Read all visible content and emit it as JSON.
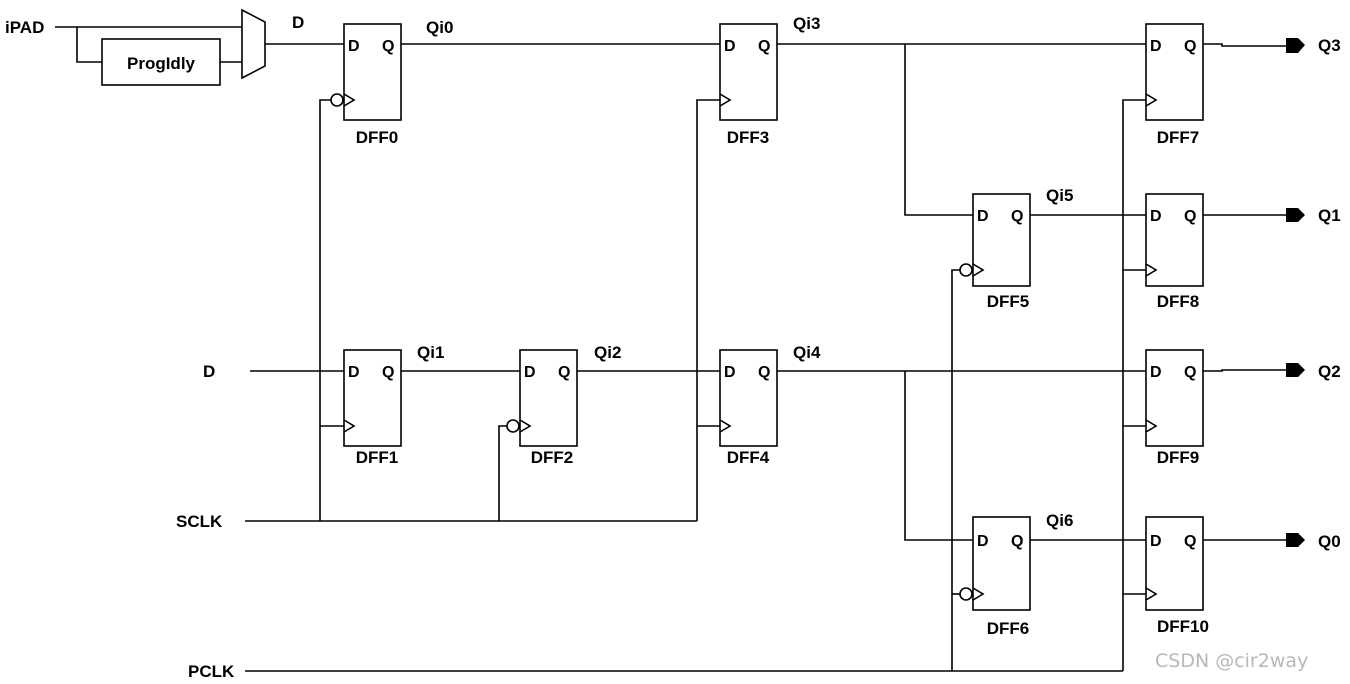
{
  "inputs": {
    "ipad": "iPAD",
    "d": "D",
    "sclk": "SCLK",
    "pclk": "PCLK"
  },
  "delay_block": "ProgIdly",
  "mux_out": "D",
  "flip_flops": [
    {
      "name": "DFF0",
      "d": "D",
      "q": "Q"
    },
    {
      "name": "DFF1",
      "d": "D",
      "q": "Q"
    },
    {
      "name": "DFF2",
      "d": "D",
      "q": "Q"
    },
    {
      "name": "DFF3",
      "d": "D",
      "q": "Q"
    },
    {
      "name": "DFF4",
      "d": "D",
      "q": "Q"
    },
    {
      "name": "DFF5",
      "d": "D",
      "q": "Q"
    },
    {
      "name": "DFF6",
      "d": "D",
      "q": "Q"
    },
    {
      "name": "DFF7",
      "d": "D",
      "q": "Q"
    },
    {
      "name": "DFF8",
      "d": "D",
      "q": "Q"
    },
    {
      "name": "DFF9",
      "d": "D",
      "q": "Q"
    },
    {
      "name": "DFF10",
      "d": "D",
      "q": "Q"
    }
  ],
  "nets": {
    "qi0": "Qi0",
    "qi1": "Qi1",
    "qi2": "Qi2",
    "qi3": "Qi3",
    "qi4": "Qi4",
    "qi5": "Qi5",
    "qi6": "Qi6"
  },
  "outputs": {
    "q3": "Q3",
    "q1": "Q1",
    "q2": "Q2",
    "q0": "Q0"
  },
  "watermark": "CSDN @cir2way"
}
